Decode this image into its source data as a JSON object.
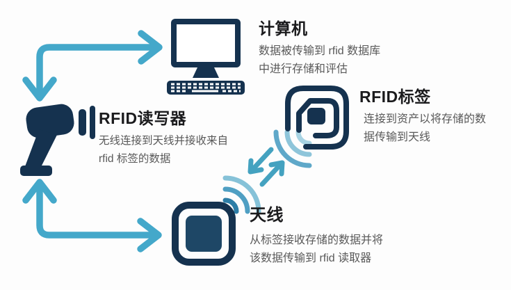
{
  "diagram": {
    "subject": "RFID 系统工作原理示意图",
    "colors": {
      "icon_navy": "#15324f",
      "icon_inner_fill": "#1e4766",
      "arrow_teal": "#44a8ca",
      "wave_light": "#a7d3e3",
      "wave_mid": "#8ec5da",
      "wave_strong": "#5fa8c9",
      "wave_dark": "#2d7ea7",
      "title_text": "#1b1b1d",
      "desc_text": "#595959",
      "background": "#fdfdfd"
    },
    "nodes": {
      "computer": {
        "title": "计算机",
        "desc1": "数据被传输到 rfid 数据库",
        "desc2": "中进行存储和评估"
      },
      "reader": {
        "title": "RFID读写器",
        "desc1": "无线连接到天线并接收来自",
        "desc2": "rfid 标签的数据"
      },
      "tag": {
        "title": "RFID标签",
        "desc1": "连接到资产以将存储的数",
        "desc2": "据传输到天线"
      },
      "antenna": {
        "title": "天线",
        "desc1": "从标签接收存储的数据并将",
        "desc2": "该数据传输到 rfid 读取器"
      }
    },
    "connections": [
      {
        "from": "RFID读写器",
        "to": "计算机",
        "style": "bidirectional-elbow-arrow"
      },
      {
        "from": "RFID读写器",
        "to": "天线",
        "style": "bidirectional-elbow-arrow"
      },
      {
        "from": "天线",
        "to": "RFID标签",
        "style": "wireless-double-arrow"
      }
    ]
  }
}
